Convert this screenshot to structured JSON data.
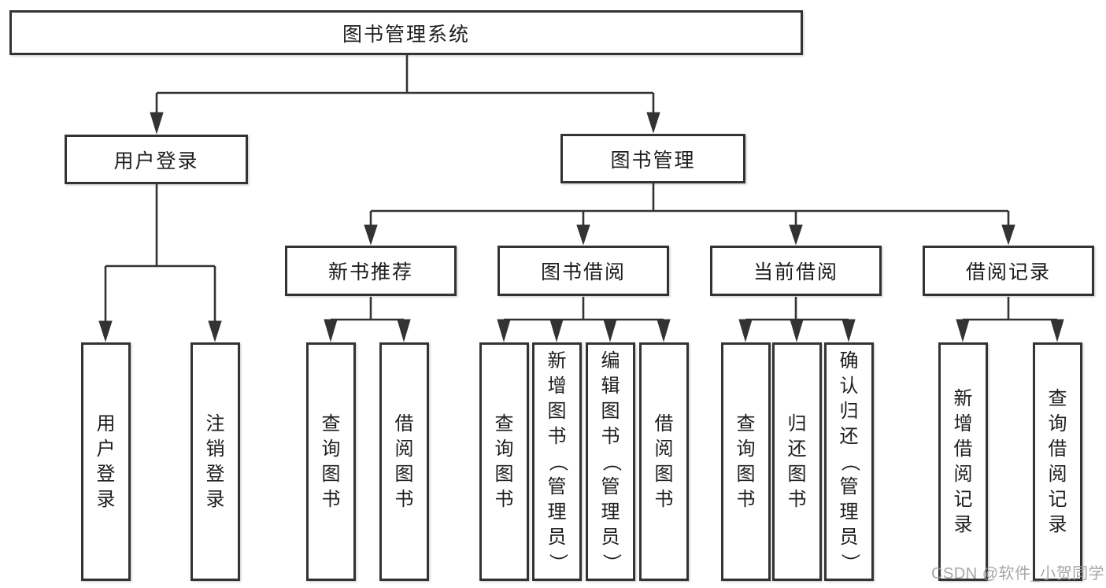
{
  "colors": {
    "line": "#333333",
    "box-border": "#333333",
    "text": "#1d1d1d",
    "watermark": "#9d9d9d",
    "bg": "#ffffff"
  },
  "root": {
    "label": "图书管理系统"
  },
  "user_login": {
    "label": "用户登录",
    "leaves": [
      "用户登录",
      "注销登录"
    ]
  },
  "book_mgmt": {
    "label": "图书管理",
    "sections": [
      {
        "label": "新书推荐",
        "leaves": [
          "查询图书",
          "借阅图书"
        ]
      },
      {
        "label": "图书借阅",
        "leaves": [
          "查询图书",
          "新增图书（管理员）",
          "编辑图书（管理员）",
          "借阅图书"
        ]
      },
      {
        "label": "当前借阅",
        "leaves": [
          "查询图书",
          "归还图书",
          "确认归还（管理员）"
        ]
      },
      {
        "label": "借阅记录",
        "leaves": [
          "新增借阅记录",
          "查询借阅记录"
        ]
      }
    ]
  },
  "watermark": "CSDN @软件_小贺同学"
}
